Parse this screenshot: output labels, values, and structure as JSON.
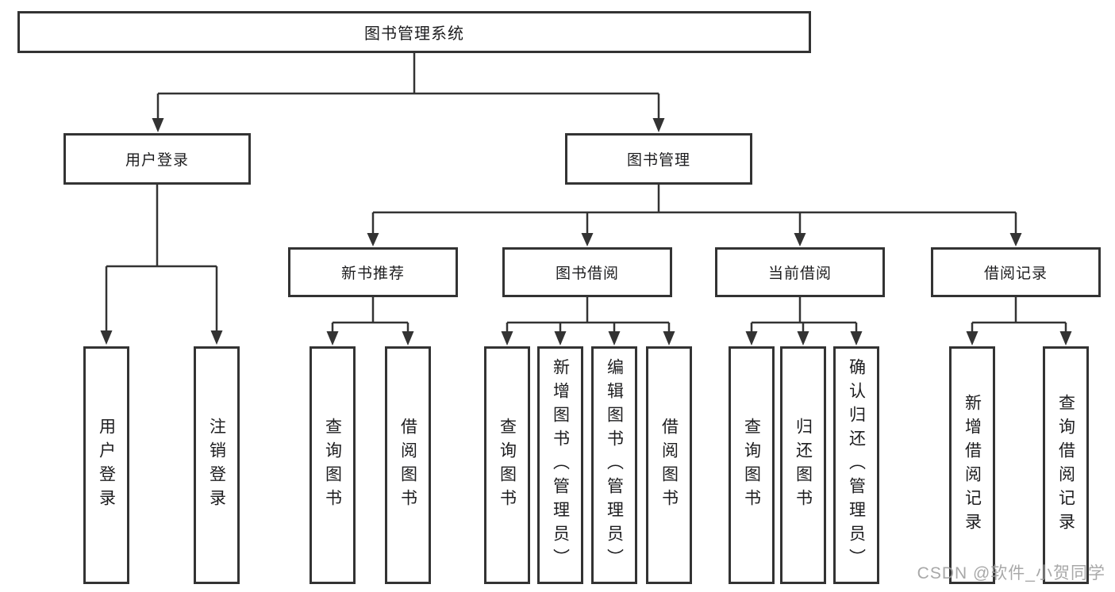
{
  "diagram_title": "图书管理系统",
  "colors": {
    "line": "#333333",
    "box_border": "#333333",
    "background": "#ffffff",
    "watermark": "#9e9e9e"
  },
  "watermark": "CSDN @软件_小贺同学",
  "tree": {
    "label": "图书管理系统",
    "children": [
      {
        "label": "用户登录",
        "children": [
          {
            "label": "用户登录"
          },
          {
            "label": "注销登录"
          }
        ]
      },
      {
        "label": "图书管理",
        "children": [
          {
            "label": "新书推荐",
            "children": [
              {
                "label": "查询图书"
              },
              {
                "label": "借阅图书"
              }
            ]
          },
          {
            "label": "图书借阅",
            "children": [
              {
                "label": "查询图书"
              },
              {
                "label": "新增图书（管理员）"
              },
              {
                "label": "编辑图书（管理员）"
              },
              {
                "label": "借阅图书"
              }
            ]
          },
          {
            "label": "当前借阅",
            "children": [
              {
                "label": "查询图书"
              },
              {
                "label": "归还图书"
              },
              {
                "label": "确认归还（管理员）"
              }
            ]
          },
          {
            "label": "借阅记录",
            "children": [
              {
                "label": "新增借阅记录"
              },
              {
                "label": "查询借阅记录"
              }
            ]
          }
        ]
      }
    ]
  }
}
